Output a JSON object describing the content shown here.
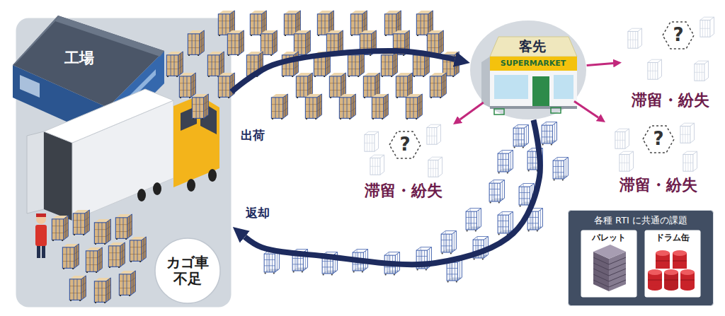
{
  "diagram": {
    "nodes": [
      {
        "text": [
          "工場"
        ]
      },
      {
        "text": [
          "カゴ車 不足"
        ],
        "in": 0
      },
      {
        "text": [
          "客先"
        ]
      },
      {
        "text": [
          "?",
          "滞留・紛失"
        ]
      },
      {
        "text": [
          "?",
          "滞留・紛失"
        ]
      },
      {
        "text": [
          "?",
          "滞留・紛失"
        ]
      },
      {
        "text": [
          "各種 RTI に共通の課題"
        ]
      },
      {
        "text": [
          "パレット"
        ],
        "in": 6
      },
      {
        "text": [
          "ドラム缶"
        ],
        "in": 6
      }
    ],
    "edges": [
      {
        "from": 0,
        "to": 2,
        "label": "出荷",
        "arrow": "to"
      },
      {
        "from": 2,
        "to": 3,
        "arrow": "to"
      },
      {
        "from": 2,
        "to": 4,
        "arrow": "to"
      },
      {
        "from": 2,
        "to": 5,
        "arrow": "to"
      },
      {
        "from": 2,
        "to": 0,
        "label": "返却",
        "arrow": "to"
      }
    ],
    "labels": [
      "SUPERMARKET"
    ]
  }
}
